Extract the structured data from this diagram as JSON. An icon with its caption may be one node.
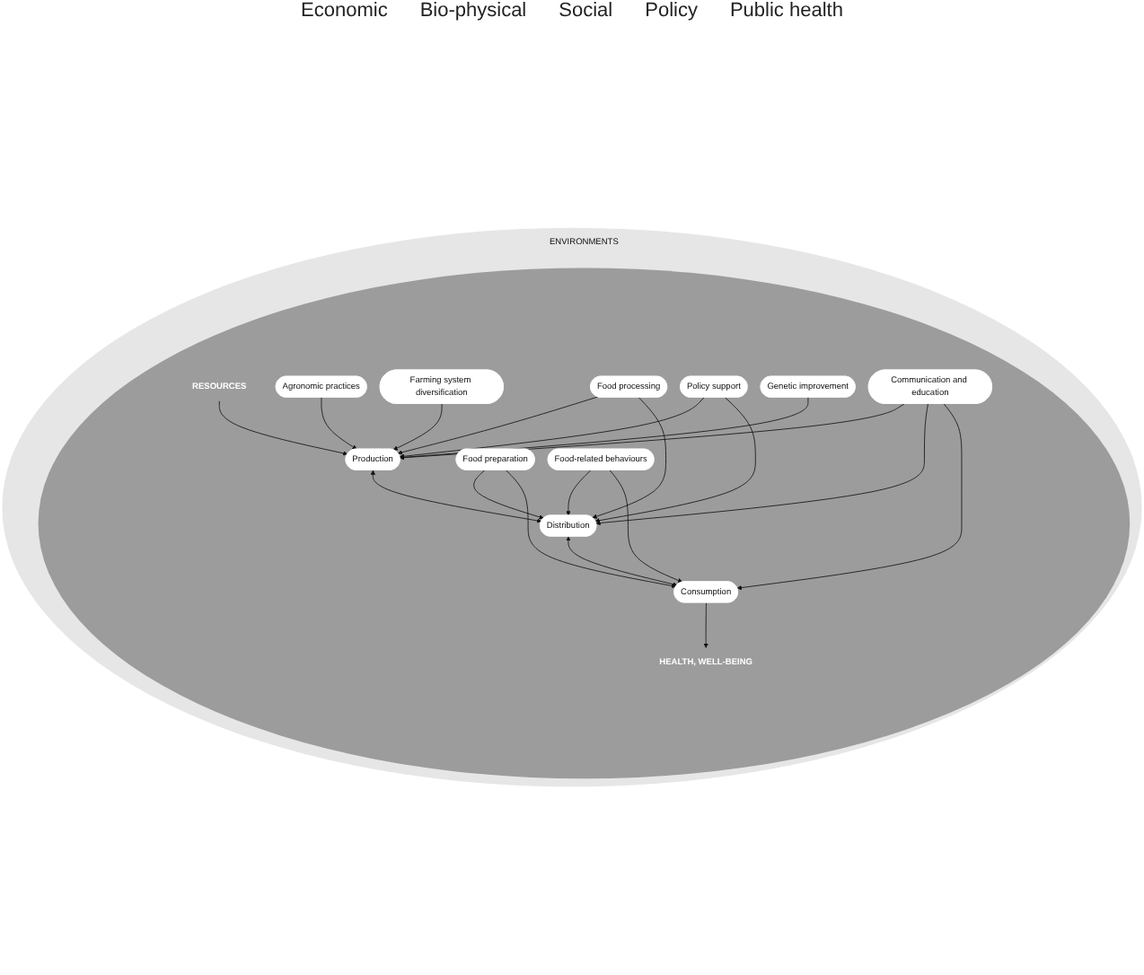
{
  "diagram": {
    "nodes": [
      {
        "text": [
          "ENVIRONMENTS"
        ]
      },
      {
        "text": [],
        "shape": "circle",
        "in": 0
      },
      {
        "text": [
          "RESOURCES"
        ],
        "in": 1
      },
      {
        "text": [
          "Agronomic practices"
        ],
        "in": 1
      },
      {
        "text": [
          "Farming system diversification"
        ],
        "in": 1
      },
      {
        "text": [
          "Production"
        ],
        "in": 1
      },
      {
        "text": [
          "Food processing"
        ],
        "in": 1
      },
      {
        "text": [
          "Distribution"
        ],
        "in": 1
      },
      {
        "text": [
          "Genetic improvement"
        ],
        "in": 1
      },
      {
        "text": [
          "Policy support"
        ],
        "in": 1
      },
      {
        "text": [
          "Consumption"
        ],
        "in": 1
      },
      {
        "text": [
          "Communication and education"
        ],
        "in": 1
      },
      {
        "text": [
          "Food preparation"
        ],
        "in": 1
      },
      {
        "text": [
          "Food-related behaviours"
        ],
        "in": 1
      },
      {
        "text": [
          "HEALTH, WELL-BEING"
        ],
        "in": 1
      }
    ],
    "edges": [
      {
        "from": 2,
        "to": 5,
        "arrow": "to"
      },
      {
        "from": 3,
        "to": 5,
        "arrow": "to"
      },
      {
        "from": 4,
        "to": 5,
        "arrow": "to"
      },
      {
        "from": 6,
        "to": 5,
        "arrow": "to"
      },
      {
        "from": 6,
        "to": 7,
        "arrow": "to"
      },
      {
        "from": 5,
        "to": 7,
        "arrow": "both"
      },
      {
        "from": 9,
        "to": 5,
        "arrow": "to"
      },
      {
        "from": 9,
        "to": 7,
        "arrow": "to"
      },
      {
        "from": 8,
        "to": 5,
        "arrow": "to"
      },
      {
        "from": 11,
        "to": 5,
        "arrow": "to"
      },
      {
        "from": 11,
        "to": 7,
        "arrow": "to"
      },
      {
        "from": 11,
        "to": 10,
        "arrow": "to"
      },
      {
        "from": 7,
        "to": 10,
        "arrow": "both"
      },
      {
        "from": 12,
        "to": 7,
        "arrow": "to"
      },
      {
        "from": 12,
        "to": 10,
        "arrow": "to"
      },
      {
        "from": 13,
        "to": 7,
        "arrow": "to"
      },
      {
        "from": 13,
        "to": 10,
        "arrow": "to"
      },
      {
        "from": 10,
        "to": 14,
        "arrow": "to"
      }
    ],
    "labels": [
      "Economic",
      "Bio-physical",
      "Social",
      "Policy",
      "Public health"
    ]
  }
}
